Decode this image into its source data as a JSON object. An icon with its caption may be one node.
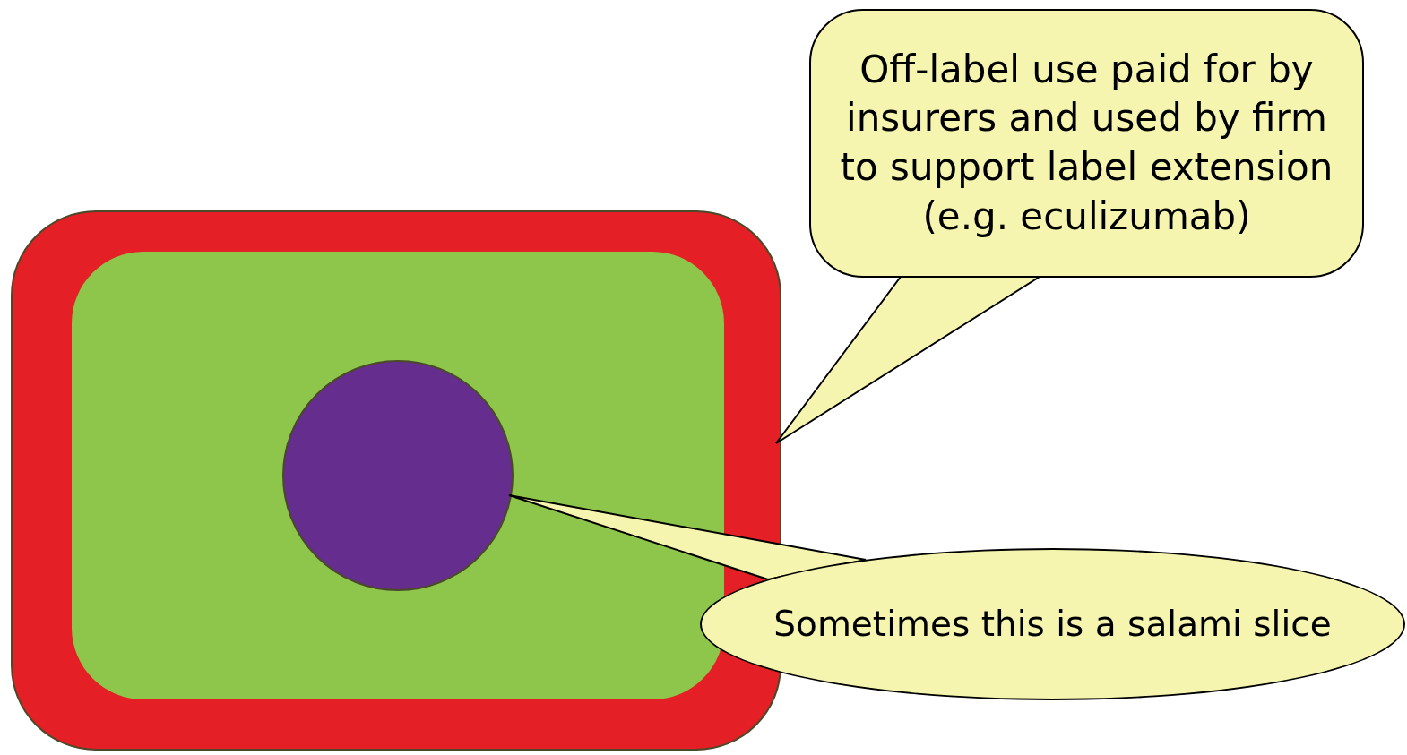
{
  "diagram": {
    "nodes": [
      {
        "text": [
          "Off-label use paid for by insurers and used by firm to support label extension (e.g. eculizumab)"
        ]
      },
      {
        "text": [],
        "shape": "box"
      },
      {
        "text": [],
        "shape": "box",
        "in": 1
      },
      {
        "text": [],
        "shape": "circle",
        "in": 2
      },
      {
        "text": [
          "Sometimes this is a salami slice"
        ]
      }
    ],
    "edges": [
      {
        "from": 0,
        "to": 1,
        "arrow": "none"
      },
      {
        "from": 4,
        "to": 3,
        "arrow": "none"
      }
    ]
  }
}
